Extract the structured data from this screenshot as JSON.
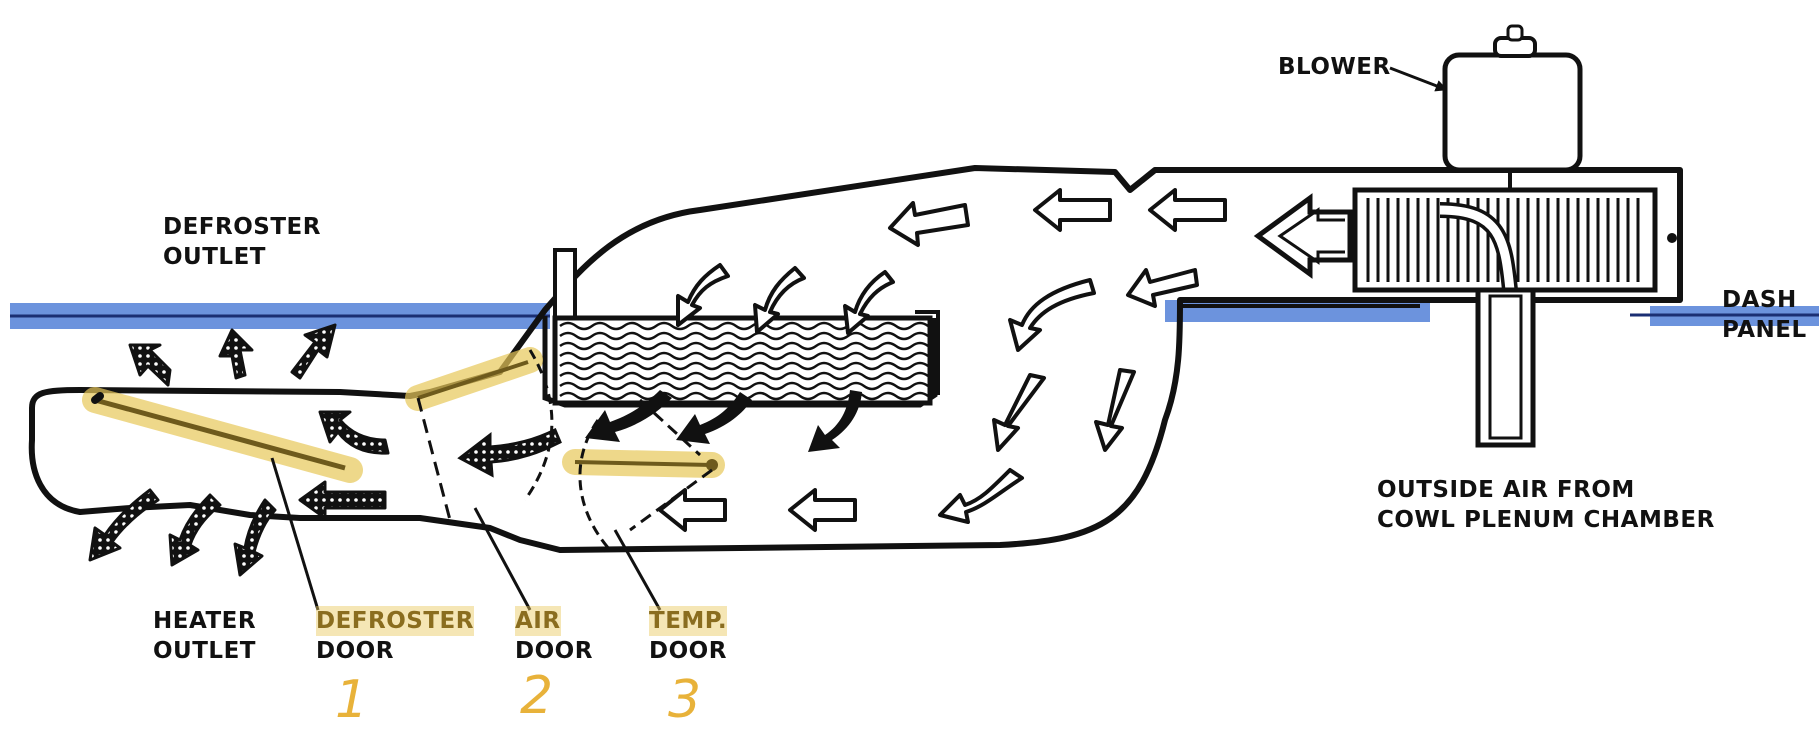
{
  "labels": {
    "blower": "BLOWER",
    "defroster_outlet": [
      "DEFROSTER",
      "OUTLET"
    ],
    "dash_panel": [
      "DASH",
      "PANEL"
    ],
    "outside_air": [
      "OUTSIDE AIR FROM",
      "COWL PLENUM CHAMBER"
    ],
    "heater_outlet": [
      "HEATER",
      "OUTLET"
    ],
    "defroster_door": [
      "DEFROSTER",
      "DOOR"
    ],
    "air_door": [
      "AIR",
      "DOOR"
    ],
    "temp_door": [
      "TEMP.",
      "DOOR"
    ]
  },
  "annotations": {
    "defroster_door_number": "1",
    "air_door_number": "2",
    "temp_door_number": "3"
  },
  "colors": {
    "outline": "#111111",
    "dash_highlight": "#3b6fd1",
    "door_highlight": "#e8c85a",
    "handwriting": "#e8b23a"
  },
  "icons": {
    "flow_arrows": "hollow-arrow",
    "heated_arrows": "dotted-arrow",
    "heater_core": "wavy-fins",
    "blower_fins": "vertical-fins"
  }
}
